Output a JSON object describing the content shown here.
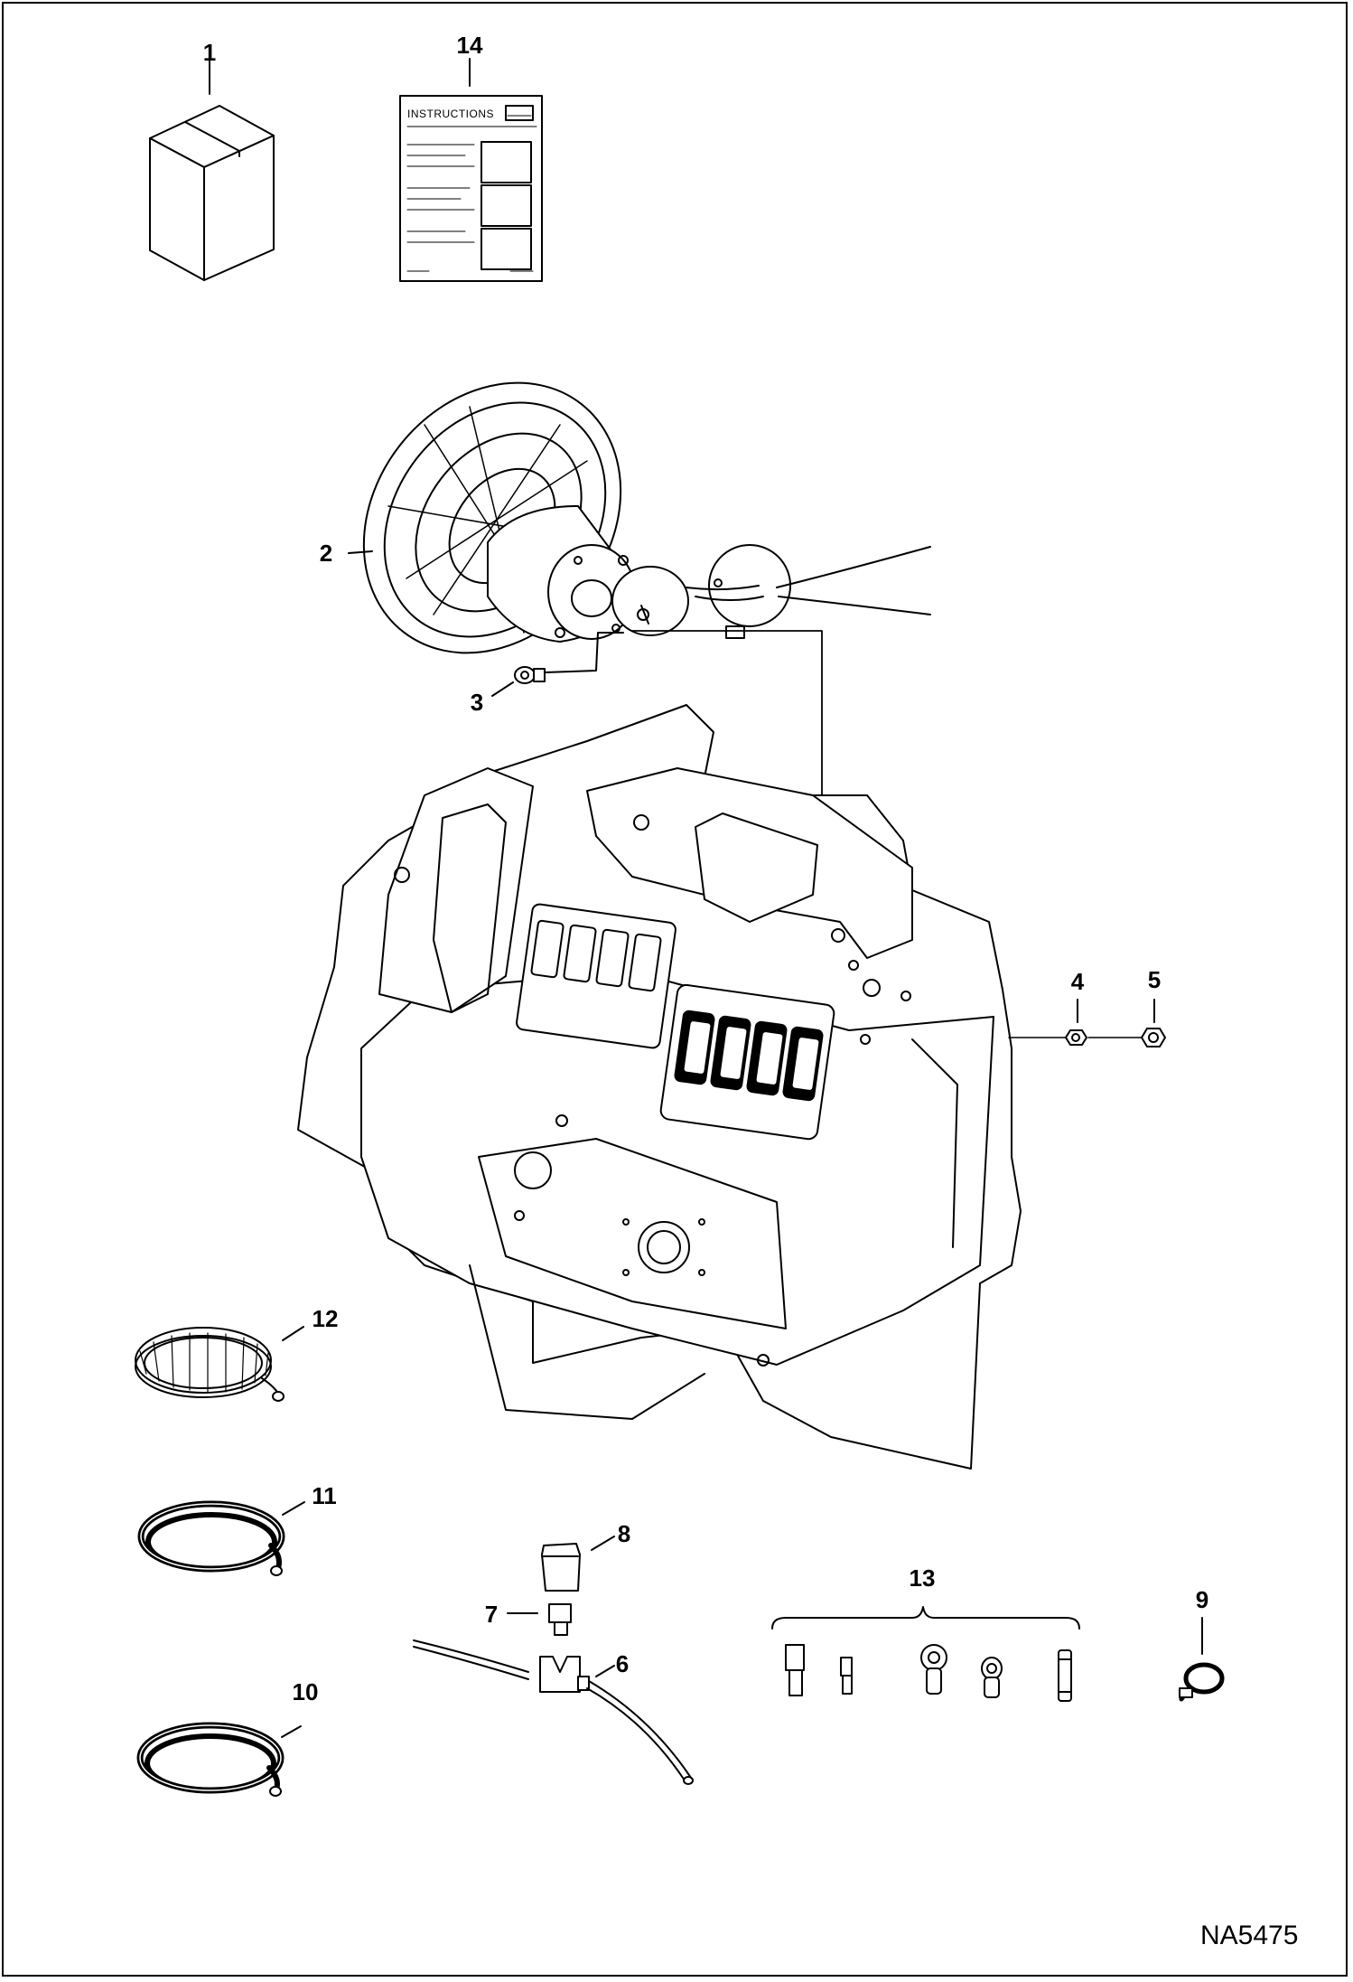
{
  "callouts": [
    "1",
    "14",
    "2",
    "3",
    "4",
    "5",
    "12",
    "11",
    "10",
    "8",
    "7",
    "6",
    "13",
    "9"
  ],
  "booklet_title": "INSTRUCTIONS",
  "drawing_number": "NA5475"
}
